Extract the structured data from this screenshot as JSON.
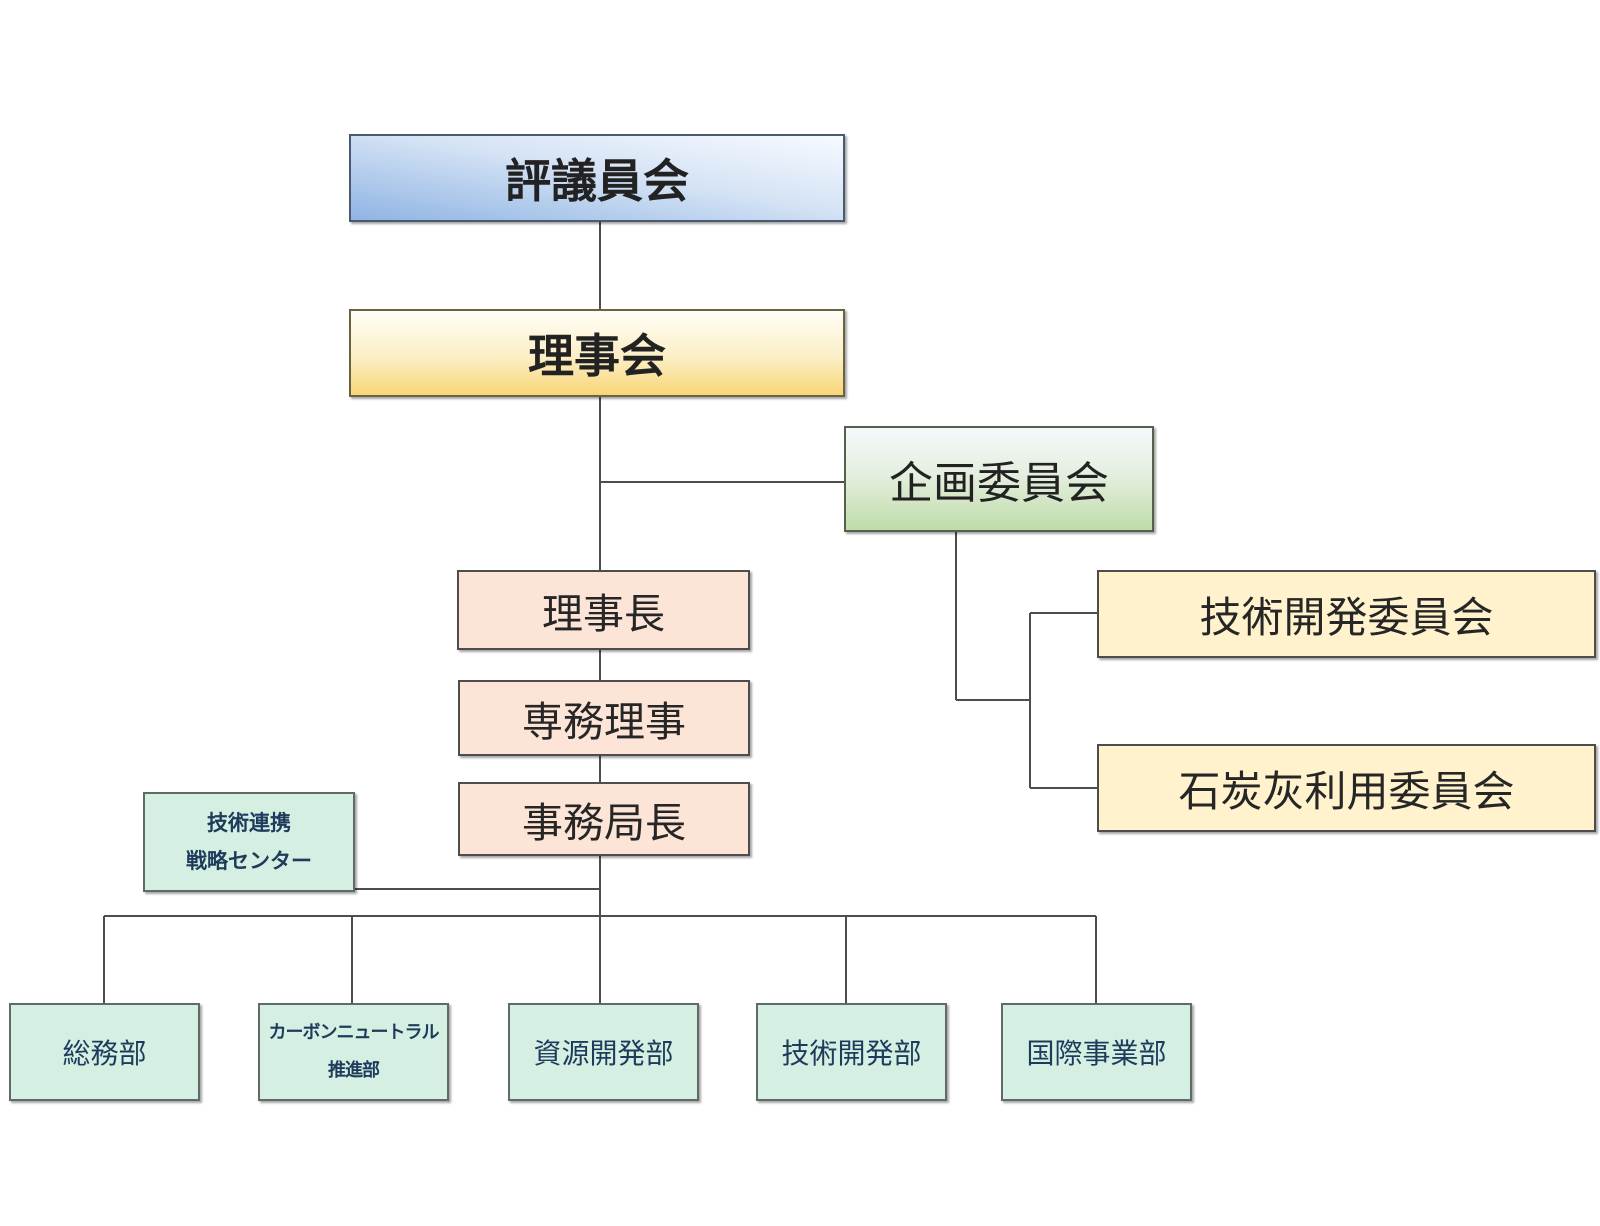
{
  "nodes": {
    "council": "評議員会",
    "board": "理事会",
    "planning_committee": "企画委員会",
    "chairman": "理事長",
    "executive_director": "専務理事",
    "secretary_general": "事務局長",
    "tech_dev_committee": "技術開発委員会",
    "coal_ash_committee": "石炭灰利用委員会",
    "tech_center": {
      "line1": "技術連携",
      "line2": "戦略センター"
    },
    "departments": {
      "general_affairs": "総務部",
      "carbon_neutral": {
        "line1": "カーボンニュートラル",
        "line2": "推進部"
      },
      "resource_dev": "資源開発部",
      "tech_dev": "技術開発部",
      "international": "国際事業部"
    }
  },
  "colors": {
    "connector": "#4d4d4d",
    "council_fill": "#bdd3ef",
    "board_fill": "#fbe6a6",
    "planning_fill": "#dcebd4",
    "executive_fill": "#fce4d6",
    "committee_fill": "#fff2cc",
    "department_fill": "#d5f0e2",
    "department_text": "#1f3b5c"
  }
}
